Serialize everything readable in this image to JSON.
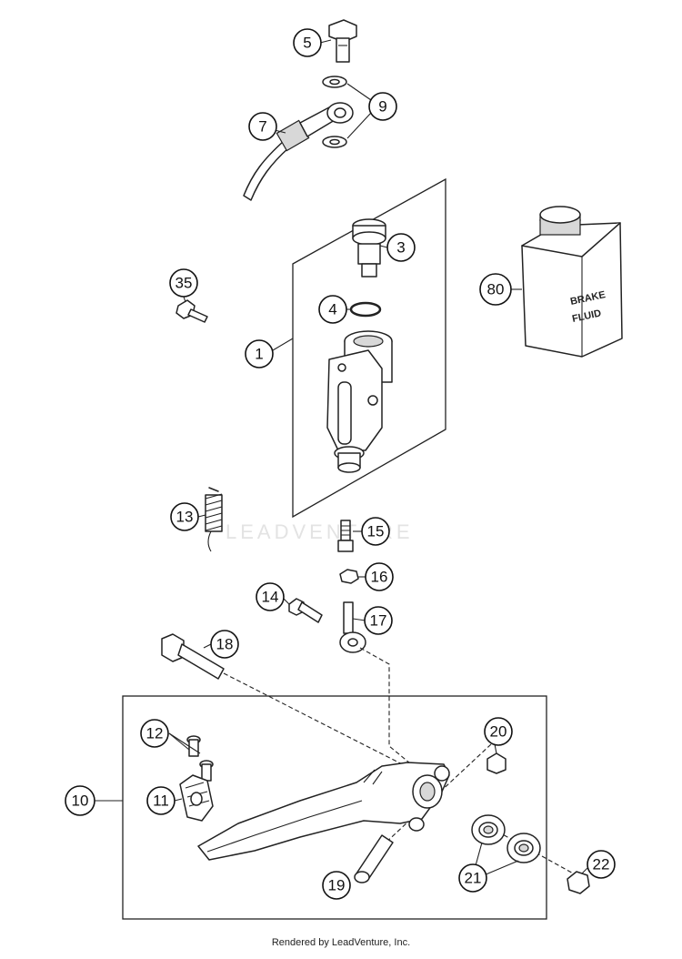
{
  "parts": {
    "p1": "1",
    "p3": "3",
    "p4": "4",
    "p5": "5",
    "p7": "7",
    "p9": "9",
    "p10": "10",
    "p11": "11",
    "p12": "12",
    "p13": "13",
    "p14": "14",
    "p15": "15",
    "p16": "16",
    "p17": "17",
    "p18": "18",
    "p19": "19",
    "p20": "20",
    "p21": "21",
    "p22": "22",
    "p35": "35",
    "p80": "80"
  },
  "brake_fluid": {
    "line1": "BRAKE",
    "line2": "FLUID"
  },
  "watermark": "LEADVENTURE",
  "footer": "Rendered by LeadVenture, Inc."
}
